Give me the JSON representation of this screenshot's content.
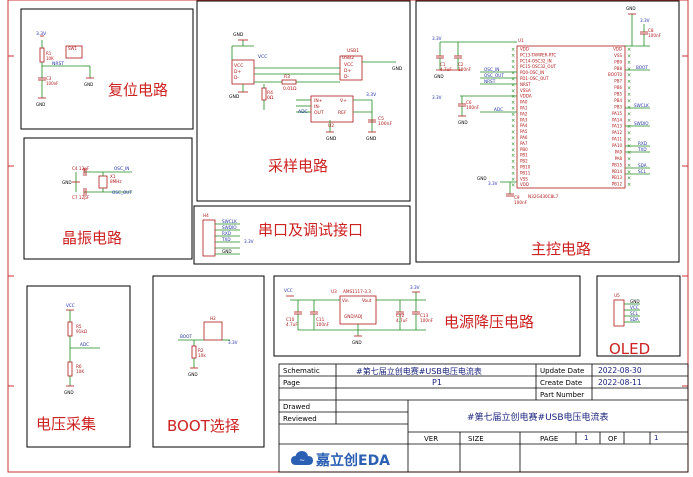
{
  "blocks": {
    "reset": "复位电路",
    "sampling": "采样电路",
    "main": "主控电路",
    "crystal": "晶振电路",
    "uart": "串口及调试接口",
    "vsample": "电压采集",
    "boot": "BOOT选择",
    "power": "电源降压电路",
    "oled": "OLED"
  },
  "title_block": {
    "schematic_label": "Schematic",
    "schematic_value": "#第七届立创电赛#USB电压电流表",
    "page_label": "Page",
    "page_value": "P1",
    "drawed_label": "Drawed",
    "reviewed_label": "Reviewed",
    "update_label": "Update Date",
    "update_value": "2022-08-30",
    "create_label": "Create Date",
    "create_value": "2022-08-11",
    "partnum_label": "Part Number",
    "big_title": "#第七届立创电赛#USB电压电流表",
    "ver_label": "VER",
    "size_label": "SIZE",
    "pagenum_label": "PAGE",
    "pagenum_value": "1",
    "of_label": "OF",
    "of_value": "1",
    "logo_text": "嘉立创EDA"
  },
  "mcu": {
    "refdes": "U1",
    "part": "N32G430C8L7",
    "pins_left": [
      "VDD",
      "PC13-TAMPER-RTC",
      "PC14-OSC32_IN",
      "PC15-OSC32_OUT",
      "PD0-OSC_IN",
      "PD1-OSC_OUT",
      "NRST",
      "VSSA",
      "VDDA",
      "PA0",
      "PA1",
      "PA2",
      "PA3",
      "PA4",
      "PA5",
      "PA6",
      "PA7",
      "PB0",
      "PB1",
      "PB2",
      "PB10",
      "PB11",
      "VSS",
      "VDD"
    ],
    "pins_right": [
      "VDD",
      "VSS",
      "PB9",
      "PB8",
      "BOOT0",
      "PB7",
      "PB6",
      "PB5",
      "PB4",
      "PB3",
      "PA15",
      "PA14",
      "PA13",
      "PA12",
      "PA11",
      "PA10",
      "PA9",
      "PA8",
      "PB15",
      "PB14",
      "PB13",
      "PB12"
    ],
    "net_labels": [
      "OSC_IN",
      "OSC_OUT",
      "NRST",
      "ADC",
      "BOOT",
      "SWCLK",
      "SWDIO",
      "RXD",
      "TXD",
      "SDA",
      "SCL"
    ],
    "supply_labels": [
      "3.3V",
      "GND"
    ],
    "caps": [
      "C1 4.7uF",
      "C2 100nF",
      "C6 100nF",
      "C8 100nF",
      "C9 100nF"
    ]
  },
  "reset": {
    "parts": [
      "R1 10K",
      "C3 100nF",
      "SW1"
    ],
    "net": "NRST",
    "supply": "3.3V",
    "gnd": "GND"
  },
  "sampling": {
    "parts": [
      "USB1",
      "USB2",
      "R3 0.01Ω",
      "R4 0Ω",
      "U2",
      "C5 100nF"
    ],
    "nets": [
      "VCC",
      "IN+",
      "IN-",
      "OUT",
      "ADC",
      "REF"
    ],
    "supply": "3.3V"
  },
  "crystal": {
    "parts": [
      "C4 12pF",
      "X1 8MHz",
      "C7 12pF"
    ],
    "nets": [
      "OSC_IN",
      "OSC_OUT"
    ]
  },
  "uart": {
    "refdes": "H4",
    "nets": [
      "SWCLK",
      "SWDIO",
      "RXD",
      "TXD",
      "3.3V",
      "GND"
    ]
  },
  "vsample": {
    "parts": [
      "R5 91kΩ",
      "R6 10K"
    ],
    "nets": [
      "VCC",
      "ADC"
    ]
  },
  "boot": {
    "parts": [
      "H2",
      "R2 10k"
    ],
    "nets": [
      "BOOT",
      "3.3V"
    ]
  },
  "power": {
    "refdes": "U3",
    "part": "AMS1117-3.3",
    "caps": [
      "C10 4.7uF",
      "C11 100nF",
      "C12 4.7uF",
      "C13 100nF"
    ],
    "nets": [
      "VCC",
      "3.3V",
      "Vin",
      "Vout",
      "GND/ADJ"
    ]
  },
  "oled": {
    "refdes": "U5",
    "nets": [
      "GND",
      "VCC",
      "SCL",
      "SDA"
    ]
  },
  "colors": {
    "title": "#cc2222",
    "wire": "#1f8a1f",
    "part": "#b01818",
    "net": "#2233aa",
    "frame": "#cc3333",
    "value": "#1a237e"
  }
}
